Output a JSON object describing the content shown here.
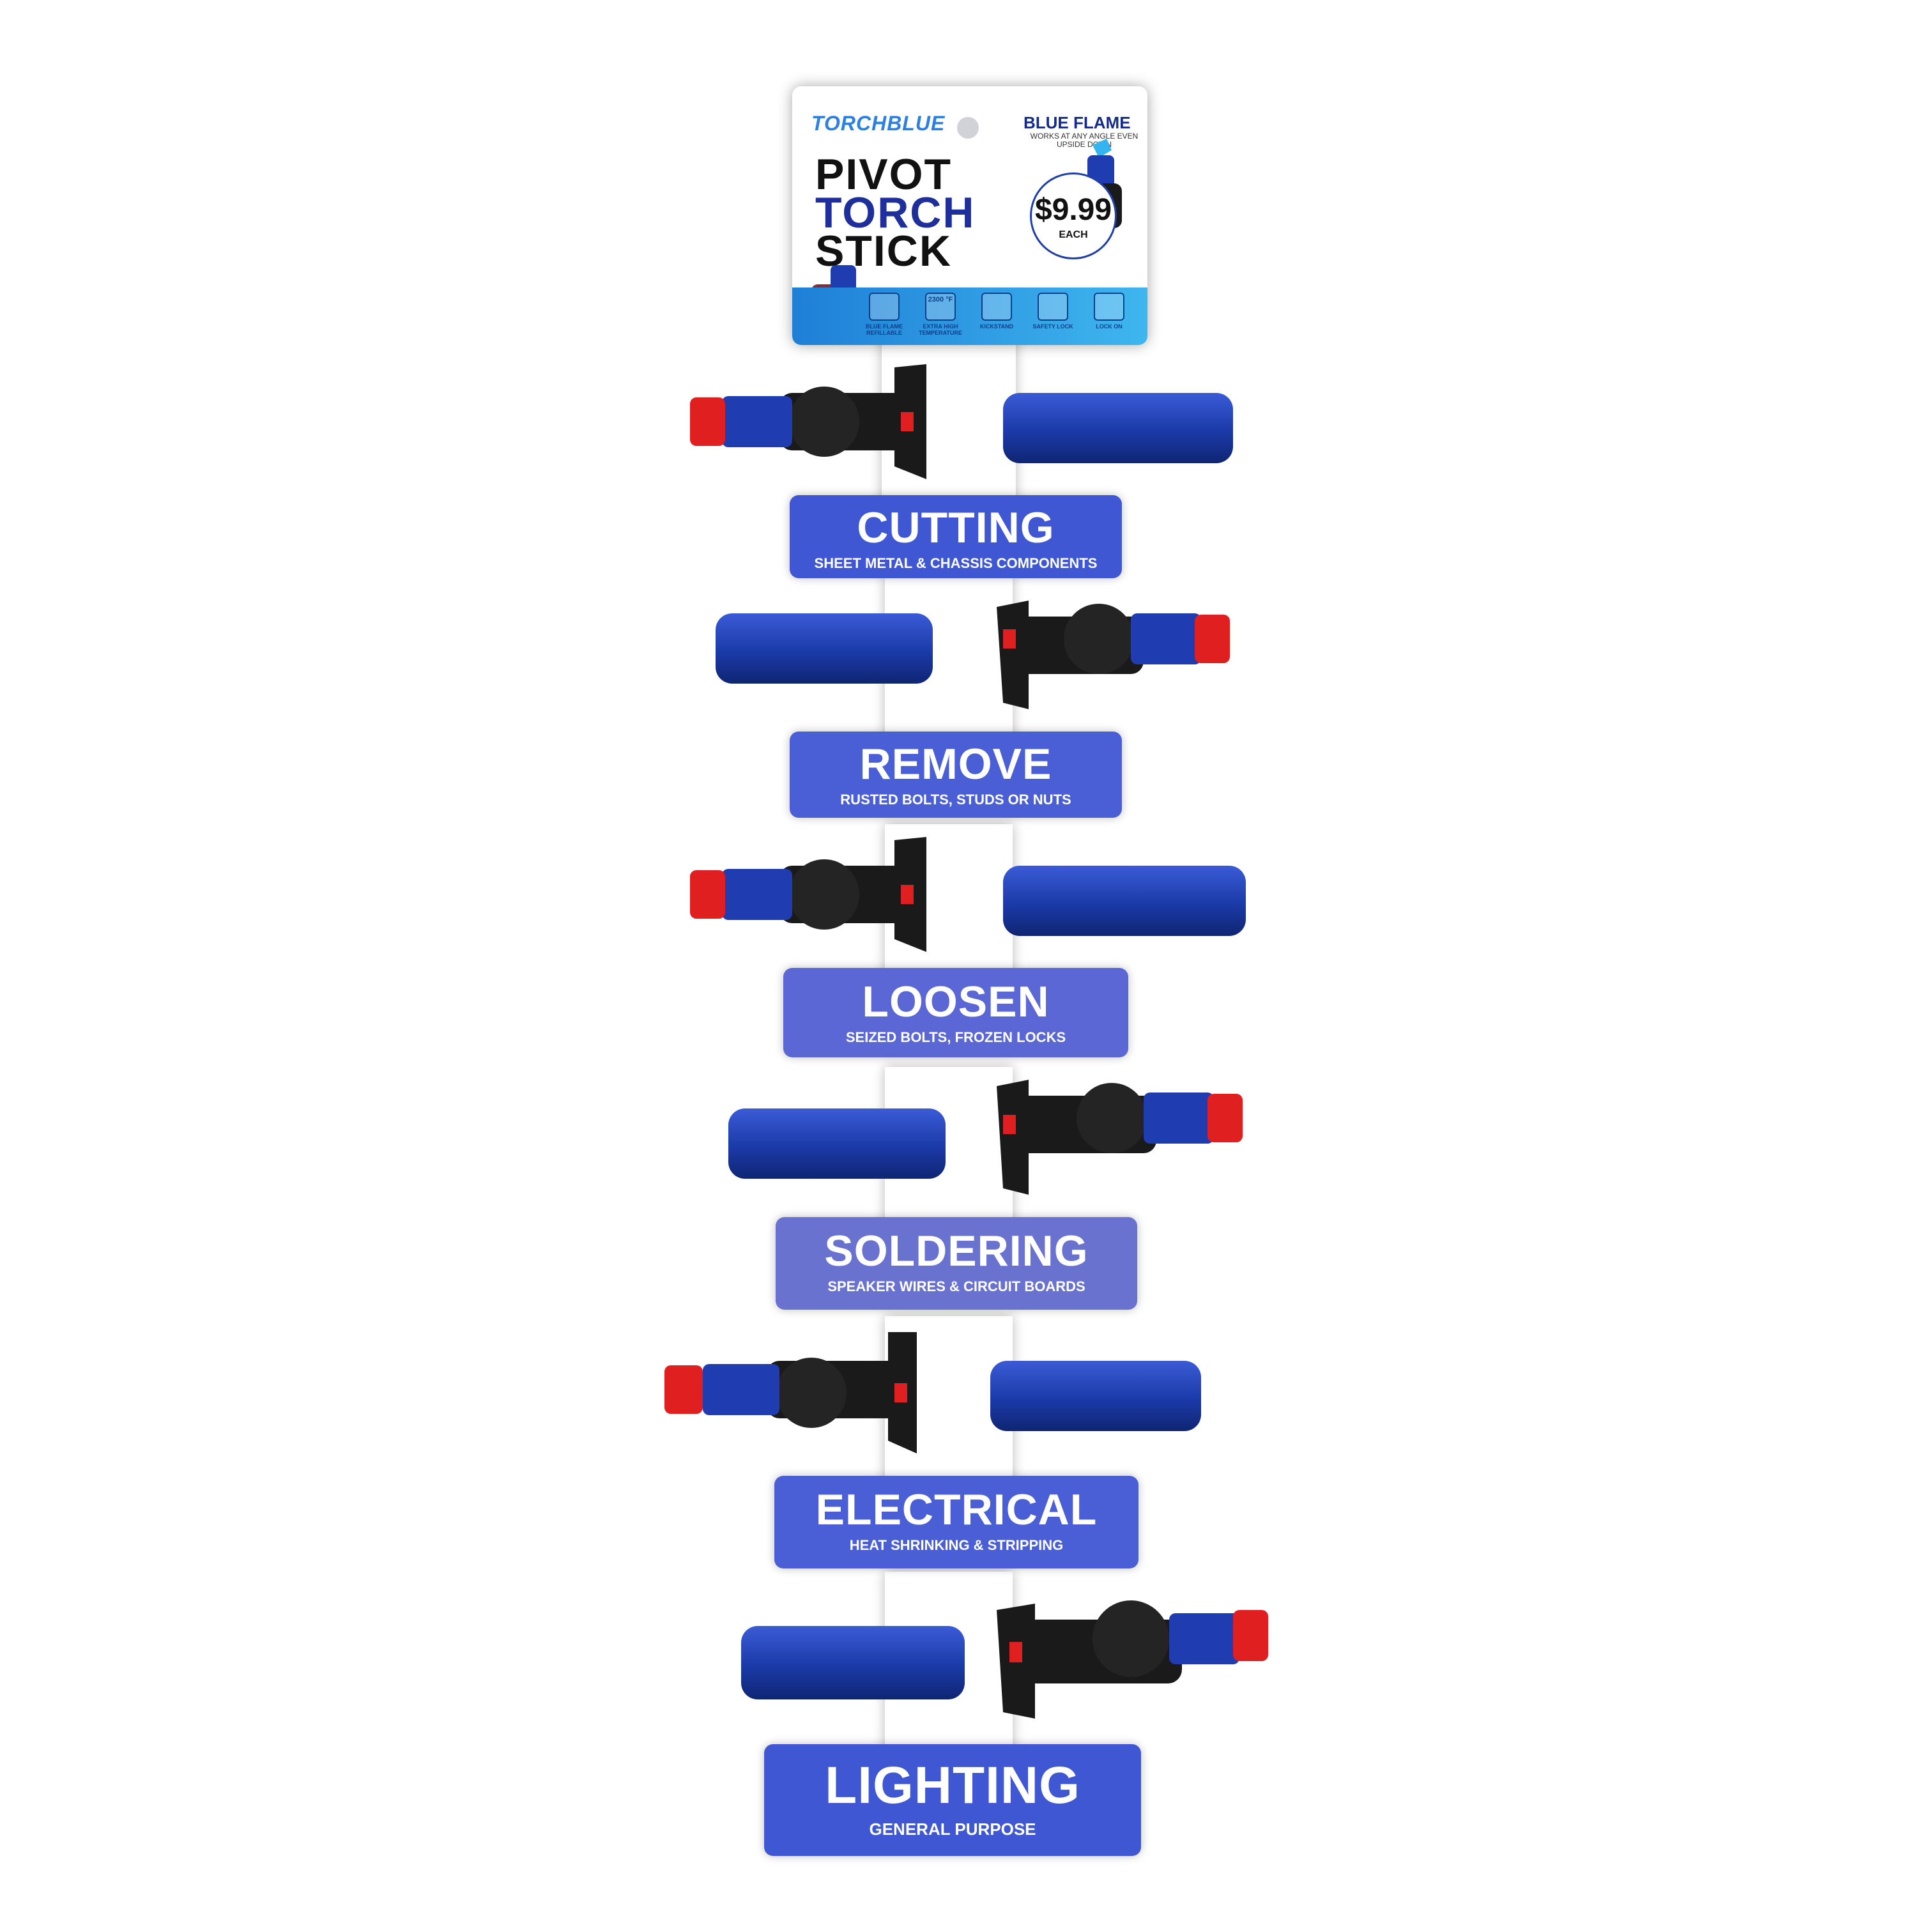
{
  "header": {
    "brand": "TORCHBLUE",
    "title_line1": "PIVOT",
    "title_line2": "TORCH",
    "title_line3": "STICK",
    "flame_heading": "BLUE FLAME",
    "flame_subtext": "WORKS AT ANY ANGLE EVEN UPSIDE DOWN",
    "price": "$9.99",
    "price_unit": "EACH",
    "features": [
      {
        "icon": "refill-icon",
        "glyph": "",
        "label": "BLUE FLAME REFILLABLE"
      },
      {
        "icon": "temperature-icon",
        "glyph": "2300 °F",
        "label": "EXTRA HIGH TEMPERATURE"
      },
      {
        "icon": "kickstand-icon",
        "glyph": "",
        "label": "KICKSTAND"
      },
      {
        "icon": "safety-lock-icon",
        "glyph": "",
        "label": "SAFETY LOCK"
      },
      {
        "icon": "lock-on-icon",
        "glyph": "",
        "label": "LOCK ON"
      }
    ]
  },
  "cards": [
    {
      "title": "CUTTING",
      "subtitle": "SHEET METAL & CHASSIS COMPONENTS"
    },
    {
      "title": "REMOVE",
      "subtitle": "RUSTED BOLTS, STUDS OR NUTS"
    },
    {
      "title": "LOOSEN",
      "subtitle": "SEIZED BOLTS, FROZEN LOCKS"
    },
    {
      "title": "SOLDERING",
      "subtitle": "SPEAKER WIRES & CIRCUIT BOARDS"
    },
    {
      "title": "ELECTRICAL",
      "subtitle": "HEAT SHRINKING & STRIPPING"
    },
    {
      "title": "LIGHTING",
      "subtitle": "GENERAL PURPOSE"
    }
  ],
  "colors": {
    "card_blue": "#3f57d2",
    "grip_blue": "#1f3cb0",
    "nozzle_red": "#e02020",
    "head_black": "#1a1a1a",
    "brand_blue": "#2d7fe0"
  }
}
